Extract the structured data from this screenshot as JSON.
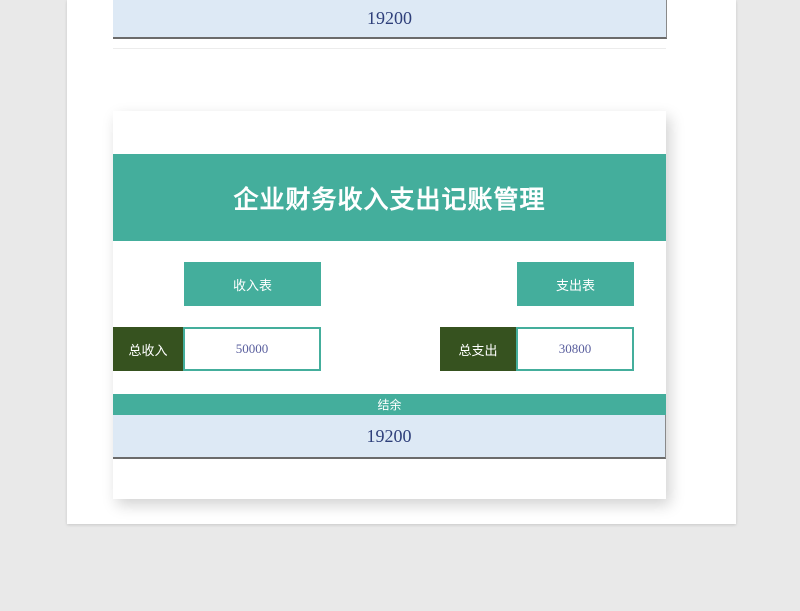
{
  "previous_sheet": {
    "balance_value": "19200"
  },
  "sheet": {
    "title": "企业财务收入支出记账管理",
    "income_table_button": "收入表",
    "expense_table_button": "支出表",
    "total_income_label": "总收入",
    "total_income_value": "50000",
    "total_expense_label": "总支出",
    "total_expense_value": "30800",
    "balance_label": "结余",
    "balance_value": "19200"
  },
  "colors": {
    "accent_teal": "#44ae9c",
    "dark_green": "#36521f",
    "light_blue": "#dde9f5",
    "value_text": "#2e3f7a",
    "background": "#e9e9e9"
  }
}
